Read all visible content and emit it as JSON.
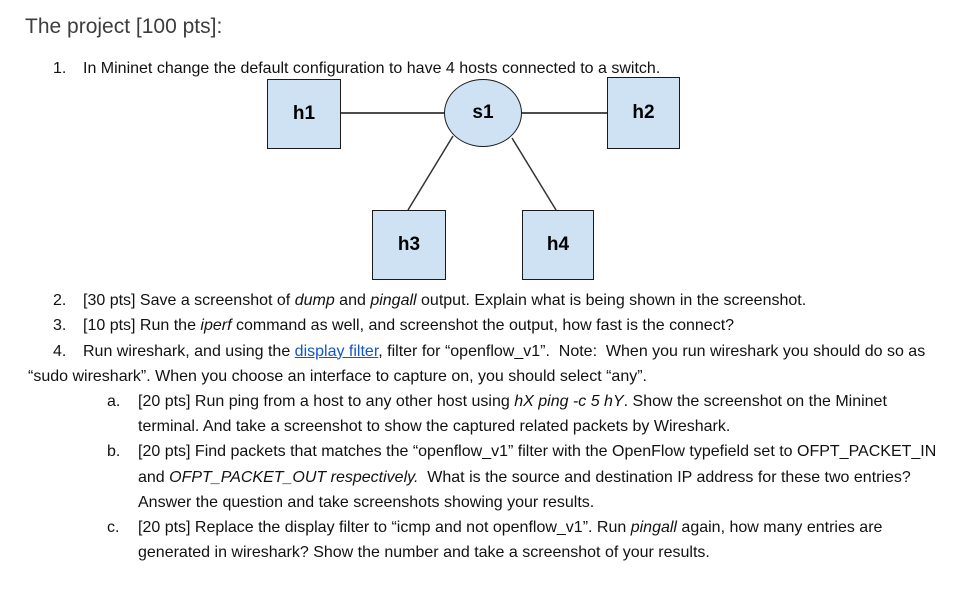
{
  "title": "The project [100 pts]:",
  "colors": {
    "box_fill": "#cfe2f3",
    "box_border": "#1a1a1a",
    "link": "#1155cc",
    "title_text": "#3d3d3d",
    "body_text": "#111111"
  },
  "diagram": {
    "nodes": {
      "h1": "h1",
      "h2": "h2",
      "h3": "h3",
      "h4": "h4",
      "s1": "s1"
    },
    "links": [
      "h1-s1",
      "s1-h2",
      "s1-h3",
      "s1-h4"
    ]
  },
  "items": [
    {
      "marker": "1.",
      "seg": [
        "In Mininet change the default configuration to have 4 hosts connected to a switch."
      ]
    },
    {
      "marker": "2.",
      "seg": [
        "[30 pts] Save a screenshot of ",
        "dump",
        " and ",
        "pingall",
        " output. Explain what is being shown in the screenshot."
      ]
    },
    {
      "marker": "3.",
      "seg": [
        "[10 pts] Run the ",
        "iperf",
        " command as well, and screenshot the output, how fast is the connect?"
      ]
    },
    {
      "marker": "4.",
      "seg": [
        "Run wireshark, and using the ",
        "display filter",
        ", filter for “openflow_v1”.  Note:  When you run wireshark you should do so as “sudo wireshark”. When you choose an interface to capture on, you should select “any”."
      ]
    }
  ],
  "subitems": [
    {
      "marker": "a.",
      "seg": [
        "[20 pts] Run ping from a host to any other host using ",
        "hX ping -c 5 hY",
        ". Show the screenshot on the Mininet terminal. And take a screenshot to show the captured related packets by Wireshark."
      ]
    },
    {
      "marker": "b.",
      "seg": [
        "[20 pts] Find packets that matches the “openflow_v1” filter with the OpenFlow typefield set to OFPT_PACKET_IN and ",
        "OFPT_PACKET_OUT respectively.",
        "  What is the source and destination IP address for these two entries? Answer the question and take screenshots showing your results."
      ]
    },
    {
      "marker": "c.",
      "seg": [
        "[20 pts] Replace the display filter to “icmp and not openflow_v1”. Run ",
        "pingall",
        " again, how many entries are generated in wireshark? Show the number and take a screenshot of your results."
      ]
    }
  ]
}
